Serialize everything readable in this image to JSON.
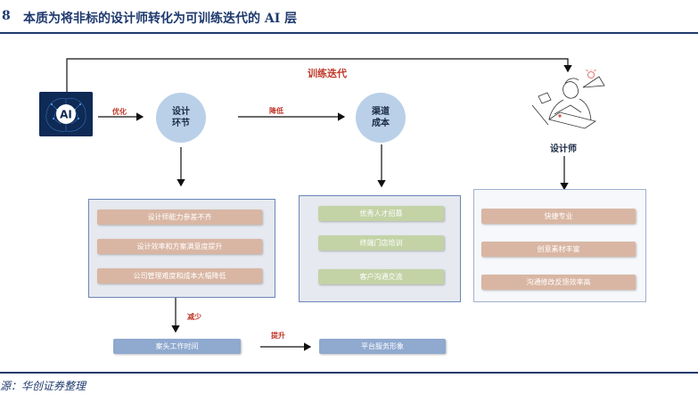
{
  "header": {
    "figure_number": "8",
    "title": "本质为将非标的设计师转化为可训练迭代的 AI 层"
  },
  "source": "源：华创证券整理",
  "diagram": {
    "ai_logo_text": "AI",
    "loop_label": "训练迭代",
    "nodes": {
      "design_line1": "设计",
      "design_line2": "环节",
      "channel_line1": "渠道",
      "channel_line2": "成本",
      "designer": "设计师"
    },
    "edge_labels": {
      "optimize": "优化",
      "reduce_cost": "降低",
      "reduce": "减少",
      "improve": "提升"
    },
    "design_issues": [
      "设计师能力参差不齐",
      "设计效率和方案满意度提升",
      "公司管理难度和成本大幅降低"
    ],
    "channel_items": [
      "优秀人才招募",
      "终端门店培训",
      "客户沟通交流"
    ],
    "designer_benefits": [
      "快捷专业",
      "创意素材丰富",
      "沟通修改反馈效率高"
    ],
    "outcomes": {
      "desk_time": "案头工作时间",
      "service_image": "平台服务形象"
    }
  },
  "colors": {
    "title_navy": "#1f3a6e",
    "accent_red": "#c0392b",
    "circle_blue": "#b9d0e8",
    "pill_peach": "#d9b6a3",
    "pill_green": "#c3d3a6",
    "pill_blue": "#8fa9cf"
  },
  "icons": [
    "ai-brain-icon",
    "designer-illustration-icon"
  ]
}
